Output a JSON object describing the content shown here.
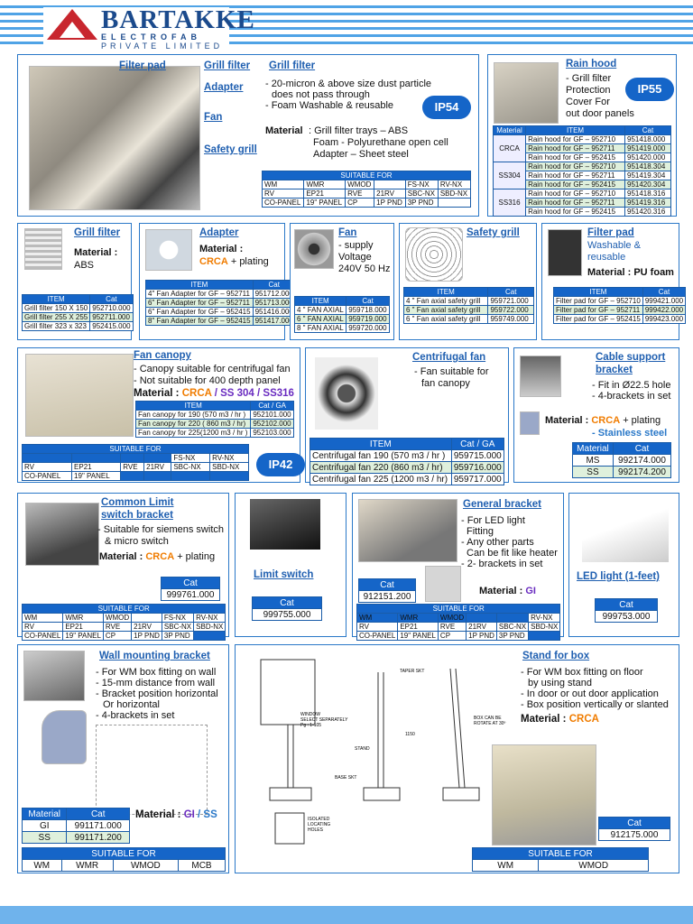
{
  "logo": {
    "name": "BARTAKKE",
    "line2": "ELECTROFAB",
    "line3": "PRIVATE LIMITED"
  },
  "p1": {
    "labels": [
      "Filter pad",
      "Grill filter",
      "Adapter",
      "Fan",
      "Safety grill"
    ],
    "title": "Grill filter",
    "b1": "- 20-micron & above size dust particle",
    "b1b": "does not pass through",
    "b2": "- Foam Washable & reusable",
    "mat_label": "Material",
    "mat1": ": Grill filter trays – ABS",
    "mat2": "Foam  - Polyurethane open cell",
    "mat3": "Adapter – Sheet steel",
    "ip": "IP54",
    "suitable": "SUITABLE FOR",
    "rows": [
      [
        "WM",
        "WMR",
        "WMOD",
        "",
        "FS-NX",
        "RV-NX"
      ],
      [
        "RV",
        "EP21",
        "RVE",
        "21RV",
        "SBC-NX",
        "SBD-NX"
      ],
      [
        "CO-PANEL",
        "19\" PANEL",
        "CP",
        "1P PND",
        "3P PND",
        ""
      ]
    ]
  },
  "p2": {
    "title": "Rain hood",
    "b1": "- Grill filter",
    "b2": "Protection",
    "b3": "Cover For",
    "b4": "out door panels",
    "ip": "IP55",
    "head": [
      "Material",
      "ITEM",
      "Cat"
    ],
    "rows": [
      [
        "CRCA",
        "Rain hood for GF – 952710",
        "951418.000"
      ],
      [
        "",
        "Rain hood for GF – 952711",
        "951419.000"
      ],
      [
        "",
        "Rain hood for GF – 952415",
        "951420.000"
      ],
      [
        "SS304",
        "Rain hood for GF – 952710",
        "951418.304"
      ],
      [
        "",
        "Rain hood for GF – 952711",
        "951419.304"
      ],
      [
        "",
        "Rain hood for GF – 952415",
        "951420.304"
      ],
      [
        "SS316",
        "Rain hood for GF – 952710",
        "951418.316"
      ],
      [
        "",
        "Rain hood for GF – 952711",
        "951419.316"
      ],
      [
        "",
        "Rain hood for GF – 952415",
        "951420.316"
      ]
    ]
  },
  "p3": {
    "title": "Grill filter",
    "mat": "Material :",
    "val": "ABS",
    "head": [
      "ITEM",
      "Cat"
    ],
    "rows": [
      [
        "Grill filter 150 X 150",
        "952710.000"
      ],
      [
        "Grill filter 255 X 255",
        "952711.000"
      ],
      [
        "Grill filter 323 x 323",
        "952415.000"
      ]
    ]
  },
  "p4": {
    "title": "Adapter",
    "mat": "Material :",
    "val": "CRCA",
    "val2": " + plating",
    "head": [
      "ITEM",
      "Cat"
    ],
    "rows": [
      [
        "4\" Fan Adapter for GF – 952711",
        "951712.000"
      ],
      [
        "6\" Fan Adapter for GF – 952711",
        "951713.000"
      ],
      [
        "6\" Fan Adapter for GF – 952415",
        "951416.000"
      ],
      [
        "8\" Fan Adapter for GF – 952415",
        "951417.000"
      ]
    ]
  },
  "p5": {
    "title": "Fan",
    "b1": "- supply",
    "b2": "Voltage",
    "b3": "240V 50 Hz",
    "head": [
      "ITEM",
      "Cat"
    ],
    "rows": [
      [
        "4 \" FAN AXIAL",
        "959718.000"
      ],
      [
        "6 \" FAN AXIAL",
        "959719.000"
      ],
      [
        "8 \" FAN AXIAL",
        "959720.000"
      ]
    ]
  },
  "p6": {
    "title": "Safety grill",
    "head": [
      "ITEM",
      "Cat"
    ],
    "rows": [
      [
        "4 \" Fan axial safety grill",
        "959721.000"
      ],
      [
        "6 \" Fan axial safety grill",
        "959722.000"
      ],
      [
        "6 \" Fan axial safety grill",
        "959749.000"
      ]
    ]
  },
  "p7": {
    "title": "Filter pad",
    "b1": "Washable &",
    "b2": "reusable",
    "mat": "Material : PU foam",
    "head": [
      "ITEM",
      "Cat"
    ],
    "rows": [
      [
        "Filter pad for GF – 952710",
        "999421.000"
      ],
      [
        "Filter pad for GF – 952711",
        "999422.000"
      ],
      [
        "Filter pad for GF – 952415",
        "999423.000"
      ]
    ]
  },
  "p8": {
    "title": "Fan canopy",
    "b1": "- Canopy suitable for centrifugal fan",
    "b2": "- Not suitable for 400 depth panel",
    "mat": "Material :",
    "v1": "CRCA",
    "v2": "/ SS 304 / SS316",
    "head": [
      "ITEM",
      "Cat / GA"
    ],
    "rows": [
      [
        "Fan canopy for 190 (570 m3 / hr )",
        "952101.000"
      ],
      [
        "Fan canopy for 220 ( 860 m3 / hr)",
        "952102.000"
      ],
      [
        "Fan canopy for 225(1200 m3 / hr )",
        "952103.000"
      ]
    ],
    "ip": "IP42",
    "suitable": "SUITABLE FOR",
    "srows": [
      [
        "",
        "",
        "",
        "",
        "FS-NX",
        "RV-NX"
      ],
      [
        "RV",
        "EP21",
        "RVE",
        "21RV",
        "SBC-NX",
        "SBD-NX"
      ],
      [
        "CO-PANEL",
        "19\" PANEL",
        "",
        "",
        "",
        ""
      ]
    ]
  },
  "p9": {
    "title": "Centrifugal fan",
    "b1": "- Fan suitable for",
    "b2": "fan canopy",
    "head": [
      "ITEM",
      "Cat / GA"
    ],
    "rows": [
      [
        "Centrifugal fan 190 (570 m3 / hr )",
        "959715.000"
      ],
      [
        "Centrifugal fan 220 (860 m3 / hr)",
        "959716.000"
      ],
      [
        "Centrifugal fan 225 (1200 m3 / hr)",
        "959717.000"
      ]
    ]
  },
  "p10": {
    "title": "Cable support",
    "title2": "bracket",
    "b1": "- Fit in Ø22.5 hole",
    "b2": "- 4-brackets in set",
    "mat": "Material :",
    "v1": "CRCA",
    "v2": " + plating",
    "v3": "- Stainless steel",
    "head": [
      "Material",
      "Cat"
    ],
    "rows": [
      [
        "MS",
        "992174.000"
      ],
      [
        "SS",
        "992174.200"
      ]
    ]
  },
  "p11": {
    "title": "Common Limit",
    "title2": "switch bracket",
    "b1": "- Suitable for siemens switch",
    "b2": "& micro switch",
    "mat": "Material :",
    "v1": "CRCA",
    "v2": " + plating",
    "cat": "Cat",
    "catv": "999761.000",
    "suitable": "SUITABLE FOR",
    "srows": [
      [
        "WM",
        "WMR",
        "WMOD",
        "",
        "FS-NX",
        "RV-NX"
      ],
      [
        "RV",
        "EP21",
        "RVE",
        "21RV",
        "SBC-NX",
        "SBD-NX"
      ],
      [
        "CO-PANEL",
        "19\" PANEL",
        "CP",
        "1P PND",
        "3P PND",
        ""
      ]
    ]
  },
  "p12": {
    "title": "Limit switch",
    "cat": "Cat",
    "catv": "999755.000"
  },
  "p13": {
    "title": "General bracket",
    "b1": "- For LED light",
    "b2": "Fitting",
    "b3": "- Any other parts",
    "b4": "Can be fit like heater",
    "b5": "- 2- brackets in set",
    "mat": "Material :",
    "v1": "GI",
    "cat": "Cat",
    "catv": "912151.200",
    "suitable": "SUITABLE FOR",
    "srows": [
      [
        "WM",
        "WMR",
        "WMOD",
        "",
        "",
        "RV-NX"
      ],
      [
        "RV",
        "EP21",
        "RVE",
        "21RV",
        "SBC-NX",
        "SBD-NX"
      ],
      [
        "CO-PANEL",
        "19\" PANEL",
        "CP",
        "1P PND",
        "3P PND",
        ""
      ]
    ]
  },
  "p14": {
    "title": "LED light (1-feet)",
    "cat": "Cat",
    "catv": "999753.000"
  },
  "p15": {
    "title": "Wall mounting bracket",
    "b1": "- For WM box fitting on wall",
    "b2": "- 15-mm distance from wall",
    "b3": "- Bracket position horizontal",
    "b4": "Or horizontal",
    "b5": "- 4-brackets in set",
    "mat": "Material :",
    "v1": "GI",
    "v2": "/ SS",
    "head": [
      "Material",
      "Cat"
    ],
    "rows": [
      [
        "GI",
        "991171.000"
      ],
      [
        "SS",
        "991171.200"
      ]
    ],
    "suitable": "SUITABLE FOR",
    "srow": [
      "WM",
      "WMR",
      "WMOD",
      "MCB"
    ]
  },
  "p16": {
    "title": "Stand for box",
    "b1": "- For WM box fitting on floor",
    "b2": "by using stand",
    "b3": "- In door or out door application",
    "b4": "- Box position vertically or slanted",
    "mat": "Material :",
    "v1": "CRCA",
    "cat": "Cat",
    "catv": "912175.000",
    "suitable": "SUITABLE FOR",
    "srow": [
      "WM",
      "WMOD"
    ],
    "draw": [
      "TAPER SKT",
      "WINDOW",
      "SELECT SEPARATELY",
      "Pg : 1-105",
      "STAND",
      "BASE SKT",
      "BOX CAN BE",
      "ROTATE AT 30º",
      "1150",
      "ISOLATED",
      "LOCATING",
      "HOLES"
    ]
  },
  "colors": {
    "accent": "#1565c8",
    "orange": "#f07c00",
    "purple": "#6a2cc0"
  }
}
